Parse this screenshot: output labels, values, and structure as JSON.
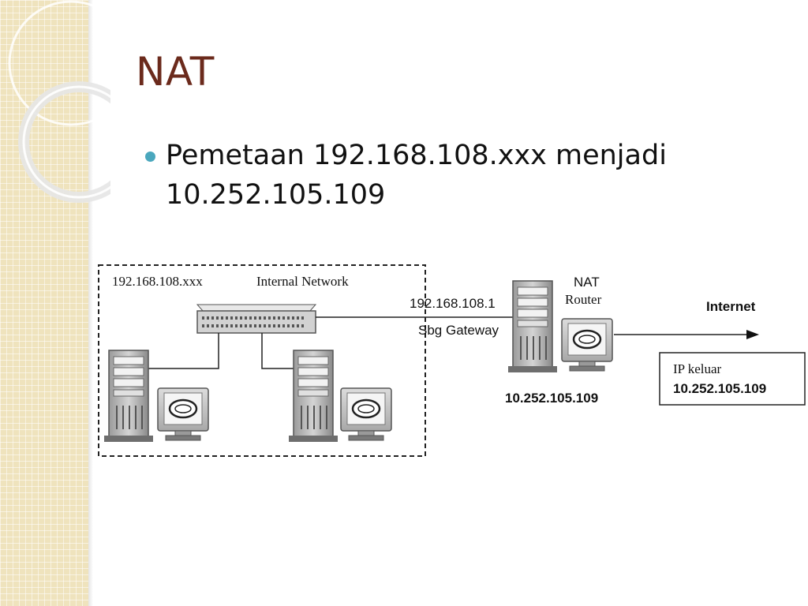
{
  "slide": {
    "title": "NAT",
    "bullet": "Pemetaan 192.168.108.xxx menjadi 10.252.105.109"
  },
  "diagram": {
    "internal_range": "192.168.108.xxx",
    "internal_network_label": "Internal Network",
    "gateway_ip": "192.168.108.1",
    "gateway_label": "Sbg Gateway",
    "router_label_line1": "NAT",
    "router_label_line2": "Router",
    "router_ip": "10.252.105.109",
    "internet_label": "Internet",
    "ip_out_label": "IP keluar",
    "ip_out_value": "10.252.105.109"
  },
  "colors": {
    "title": "#6b2a1c",
    "bullet": "#4aa7bd",
    "side_panel": "#efe3bd"
  },
  "icons": [
    "server-tower-icon",
    "monitor-icon",
    "network-switch-icon",
    "arrow-right-icon"
  ]
}
